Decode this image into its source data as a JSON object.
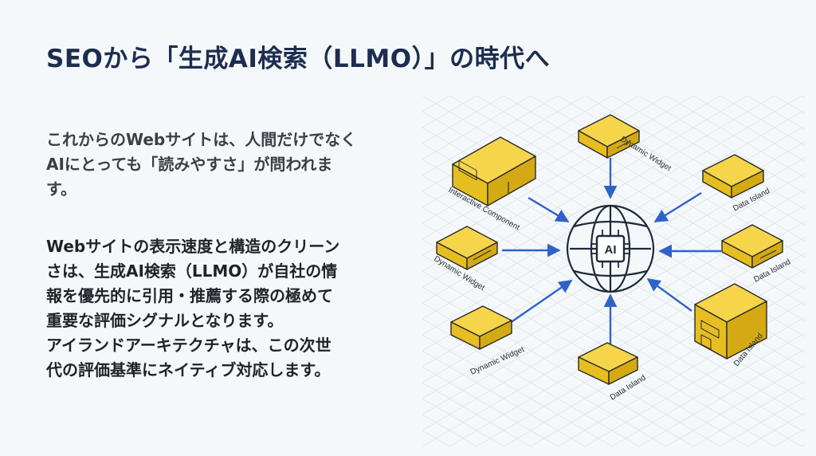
{
  "slide": {
    "title": "SEOから「生成AI検索（LLMO）」の時代へ",
    "paragraph1": [
      "これからのWebサイトは、人間だけでなく",
      "AIにとっても「読みやすさ」が問われま",
      "す。"
    ],
    "paragraph2": [
      "Webサイトの表示速度と構造のクリーン",
      "さは、生成AI検索（LLMO）が自社の情",
      "報を優先的に引用・推薦する際の極めて",
      "重要な評価シグナルとなります。",
      "アイランドアーキテクチャは、この次世",
      "代の評価基準にネイティブ対応します。"
    ]
  },
  "diagram": {
    "hub_label": "AI",
    "nodes": [
      {
        "id": "interactive-component",
        "label": "Interactive Component"
      },
      {
        "id": "dynamic-widget-top",
        "label": "Dynamic Widget"
      },
      {
        "id": "data-island-top-right",
        "label": "Data Island"
      },
      {
        "id": "data-island-right",
        "label": "Data Island"
      },
      {
        "id": "data-island-bottom-right",
        "label": "Data Island"
      },
      {
        "id": "data-island-bottom",
        "label": "Data Island"
      },
      {
        "id": "dynamic-widget-bottom-left",
        "label": "Dynamic Widget"
      },
      {
        "id": "dynamic-widget-left",
        "label": "Dynamic Widget"
      }
    ],
    "colors": {
      "box_top": "#f6d54a",
      "box_left": "#e6be20",
      "box_right": "#d4aa14",
      "outline": "#2a2a2a",
      "arrow": "#2f62c9",
      "hub": "#1f2a3a"
    }
  }
}
